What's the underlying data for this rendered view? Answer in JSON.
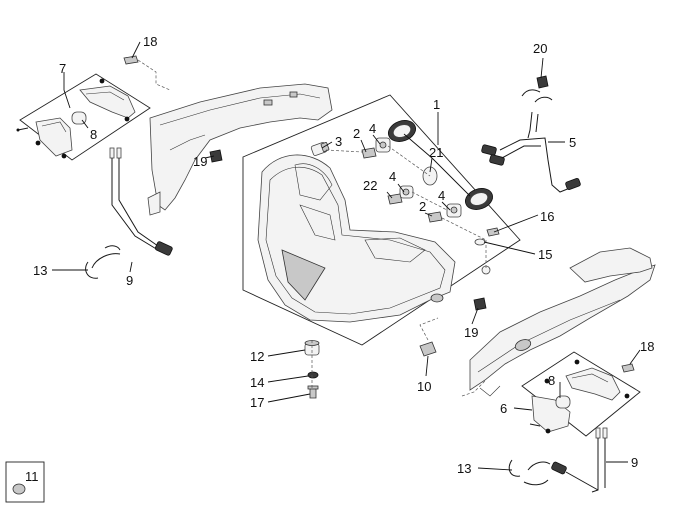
{
  "title": "Headlight / front fairing exploded view",
  "labels": {
    "l1": "1",
    "l2a": "2",
    "l2b": "2",
    "l3": "3",
    "l4a": "4",
    "l4b": "4",
    "l4c": "4",
    "l5": "5",
    "l6": "6",
    "l7": "7",
    "l8a": "8",
    "l8b": "8",
    "l9a": "9",
    "l9b": "9",
    "l10": "10",
    "l11": "11",
    "l12": "12",
    "l13a": "13",
    "l13b": "13",
    "l14": "14",
    "l15": "15",
    "l16": "16",
    "l17": "17",
    "l18a": "18",
    "l18b": "18",
    "l19a": "19",
    "l19b": "19",
    "l20": "20",
    "l21": "21",
    "l22": "22"
  }
}
